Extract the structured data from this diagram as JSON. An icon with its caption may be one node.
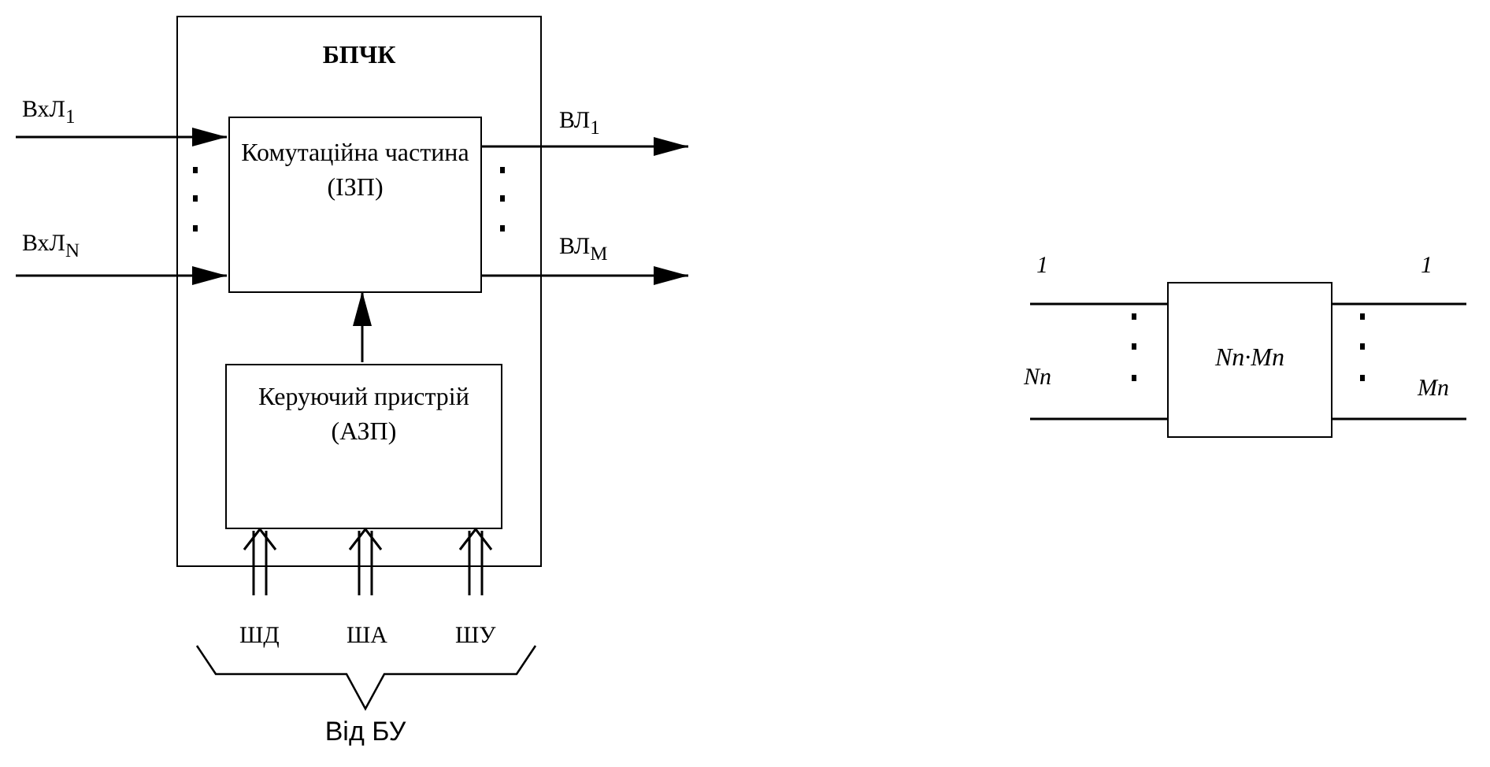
{
  "diagram": {
    "nodes": [
      {
        "text": [
          "БПЧК"
        ]
      },
      {
        "text": [
          "Комутаційна частина (ІЗП)"
        ],
        "in": 0
      },
      {
        "text": [
          "Керуючий пристрій (АЗП)"
        ],
        "in": 0
      },
      {
        "text": [
          "Nn·Mn"
        ]
      }
    ],
    "edges": [
      {
        "from": null,
        "to": 1,
        "arrow": "to",
        "label": "ВхЛ$_{1}$"
      },
      {
        "from": null,
        "to": 1,
        "arrow": "to",
        "label": "ВхЛ$_{N}$"
      },
      {
        "from": 1,
        "to": null,
        "arrow": "to",
        "label": "ВЛ$_{1}$"
      },
      {
        "from": 1,
        "to": null,
        "arrow": "to",
        "label": "ВЛ$_{M}$"
      },
      {
        "from": 2,
        "to": 1,
        "arrow": "to"
      },
      {
        "from": null,
        "to": 2,
        "arrow": "to",
        "label": "ШД"
      },
      {
        "from": null,
        "to": 2,
        "arrow": "to",
        "label": "ША"
      },
      {
        "from": null,
        "to": 2,
        "arrow": "to",
        "label": "ШУ"
      },
      {
        "from": null,
        "to": 3,
        "arrow": "none",
        "label": "1"
      },
      {
        "from": null,
        "to": 3,
        "arrow": "none",
        "label": "Nn"
      },
      {
        "from": 3,
        "to": null,
        "arrow": "none",
        "label": "1"
      },
      {
        "from": 3,
        "to": null,
        "arrow": "none",
        "label": "Mn"
      }
    ],
    "labels": [
      "Від БУ"
    ]
  }
}
